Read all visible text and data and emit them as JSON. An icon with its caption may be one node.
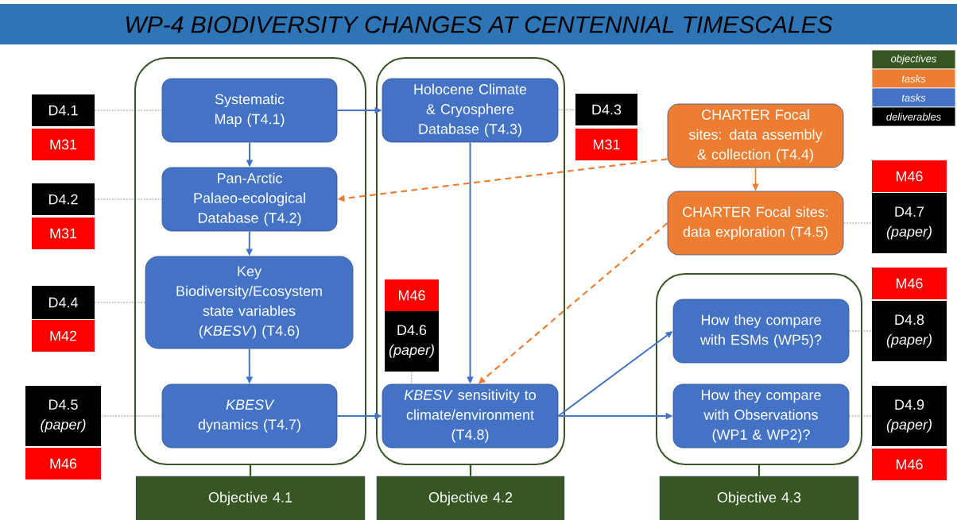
{
  "diagram": {
    "title": "WP-4 BIODIVERSITY CHANGES AT CENTENNIAL TIMESCALES",
    "nodes": [
      {
        "text": [],
        "shape": "box"
      },
      {
        "text": [
          "Systematic Map (T4.1)"
        ],
        "in": 0
      },
      {
        "text": [
          "Pan-Arctic Palaeo-ecological Database (T4.2)"
        ],
        "in": 0
      },
      {
        "text": [
          "Key Biodiversity/Ecosystem state variables (*KBESV*) (T4.6)"
        ],
        "in": 0
      },
      {
        "text": [
          "*KBESV* dynamics (T4.7)"
        ],
        "in": 0
      },
      {
        "text": [],
        "shape": "box"
      },
      {
        "text": [
          "Holocene Climate & Cryosphere Database (T4.3)"
        ],
        "in": 5
      },
      {
        "text": [
          "M46"
        ],
        "in": 5
      },
      {
        "text": [
          "D4.6 *(paper)*"
        ],
        "in": 5
      },
      {
        "text": [
          "*KBESV* sensitivity to climate/environment (T4.8)"
        ],
        "in": 5
      },
      {
        "text": [
          "CHARTER Focal sites: data assembly & collection (T4.4)"
        ]
      },
      {
        "text": [
          "CHARTER Focal sites: data exploration (T4.5)"
        ]
      },
      {
        "text": [],
        "shape": "box"
      },
      {
        "text": [
          "How they compare with ESMs (WP5)?"
        ],
        "in": 12
      },
      {
        "text": [
          "How they compare with Observations (WP1 & WP2)?"
        ],
        "in": 12
      },
      {
        "text": [
          "D4.1"
        ]
      },
      {
        "text": [
          "M31"
        ]
      },
      {
        "text": [
          "D4.2"
        ]
      },
      {
        "text": [
          "M31"
        ]
      },
      {
        "text": [
          "D4.4"
        ]
      },
      {
        "text": [
          "M42"
        ]
      },
      {
        "text": [
          "D4.5 *(paper)*"
        ]
      },
      {
        "text": [
          "M46"
        ]
      },
      {
        "text": [
          "D4.3"
        ]
      },
      {
        "text": [
          "M31"
        ]
      },
      {
        "text": [
          "M46"
        ]
      },
      {
        "text": [
          "D4.7 *(paper)*"
        ]
      },
      {
        "text": [
          "M46"
        ]
      },
      {
        "text": [
          "D4.8 *(paper)*"
        ]
      },
      {
        "text": [
          "D4.9 *(paper)*"
        ]
      },
      {
        "text": [
          "M46"
        ]
      },
      {
        "text": [
          "Objective 4.1"
        ]
      },
      {
        "text": [
          "Objective 4.2"
        ]
      },
      {
        "text": [
          "Objective 4.3"
        ]
      }
    ],
    "edges": [
      {
        "from": 1,
        "to": 2,
        "arrow": "to",
        "color": "#4472c4"
      },
      {
        "from": 2,
        "to": 3,
        "arrow": "to",
        "color": "#4472c4"
      },
      {
        "from": 3,
        "to": 4,
        "arrow": "to",
        "color": "#4472c4"
      },
      {
        "from": 1,
        "to": 6,
        "arrow": "to",
        "color": "#4472c4"
      },
      {
        "from": 6,
        "to": 9,
        "arrow": "to",
        "color": "#4472c4"
      },
      {
        "from": 4,
        "to": 9,
        "arrow": "to",
        "color": "#4472c4"
      },
      {
        "from": 9,
        "to": 13,
        "arrow": "to",
        "color": "#4472c4"
      },
      {
        "from": 9,
        "to": 14,
        "arrow": "to",
        "color": "#4472c4"
      },
      {
        "from": 10,
        "to": 11,
        "arrow": "to",
        "color": "#ed7d31"
      },
      {
        "from": 10,
        "to": 2,
        "arrow": "to",
        "style": "dashed",
        "color": "#ed7d31"
      },
      {
        "from": 11,
        "to": 9,
        "arrow": "to",
        "style": "dashed",
        "color": "#ed7d31"
      },
      {
        "from": 15,
        "to": 1,
        "arrow": "none",
        "style": "dashed",
        "color": "#595959"
      },
      {
        "from": 17,
        "to": 2,
        "arrow": "none",
        "style": "dashed",
        "color": "#595959"
      },
      {
        "from": 19,
        "to": 3,
        "arrow": "none",
        "style": "dashed",
        "color": "#595959"
      },
      {
        "from": 21,
        "to": 4,
        "arrow": "none",
        "style": "dashed",
        "color": "#595959"
      },
      {
        "from": 6,
        "to": 23,
        "arrow": "none",
        "style": "dashed",
        "color": "#595959"
      },
      {
        "from": 8,
        "to": 9,
        "arrow": "none",
        "style": "dashed",
        "color": "#595959"
      },
      {
        "from": 11,
        "to": 26,
        "arrow": "none",
        "style": "dashed",
        "color": "#595959"
      },
      {
        "from": 13,
        "to": 28,
        "arrow": "none",
        "style": "dashed",
        "color": "#595959"
      },
      {
        "from": 14,
        "to": 29,
        "arrow": "none",
        "style": "dashed",
        "color": "#595959"
      },
      {
        "from": 0,
        "to": 31,
        "arrow": "none",
        "color": "#375623"
      },
      {
        "from": 5,
        "to": 32,
        "arrow": "none",
        "color": "#375623"
      },
      {
        "from": 12,
        "to": 33,
        "arrow": "none",
        "color": "#375623"
      }
    ],
    "legend": [
      {
        "text": "objectives",
        "color": "#375623"
      },
      {
        "text": "tasks",
        "color": "#ed7d31"
      },
      {
        "text": "tasks",
        "color": "#4472c4"
      },
      {
        "text": "deliverables",
        "color": "#000000"
      }
    ]
  }
}
